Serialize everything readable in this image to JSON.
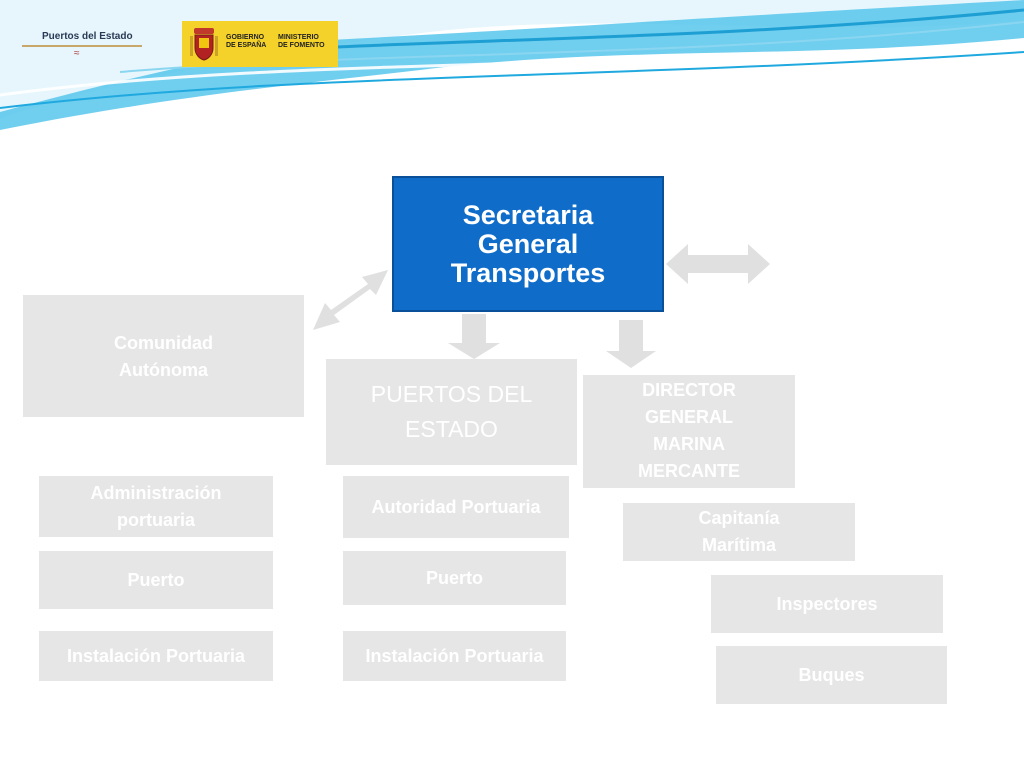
{
  "header": {
    "logo_text": "Puertos del Estado",
    "gov_left": [
      "GOBIERNO",
      "DE ESPAÑA"
    ],
    "gov_right": [
      "MINISTERIO",
      "DE FOMENTO"
    ]
  },
  "colors": {
    "main_box": "#0f6cc9",
    "box": "#e6e6e6",
    "arrow": "#e0e0e0",
    "gov_yellow": "#f5d22a",
    "wave": "#2fb7e6"
  },
  "diagram": {
    "sgt": "Secretaria\nGeneral\nTransportes",
    "ca": "Comunidad\nAutónoma",
    "pde": "PUERTOS DEL\nESTADO",
    "dgmm": "DIRECTOR\nGENERAL\nMARINA\nMERCANTE",
    "admin": "Administración\nportuaria",
    "ca_puerto": "Puerto",
    "ca_instal": "Instalación Portuaria",
    "ap": "Autoridad Portuaria",
    "ap_puerto": "Puerto",
    "ap_instal": "Instalación Portuaria",
    "capitania": "Capitanía\nMarítima",
    "inspectores": "Inspectores",
    "buques": "Buques"
  }
}
